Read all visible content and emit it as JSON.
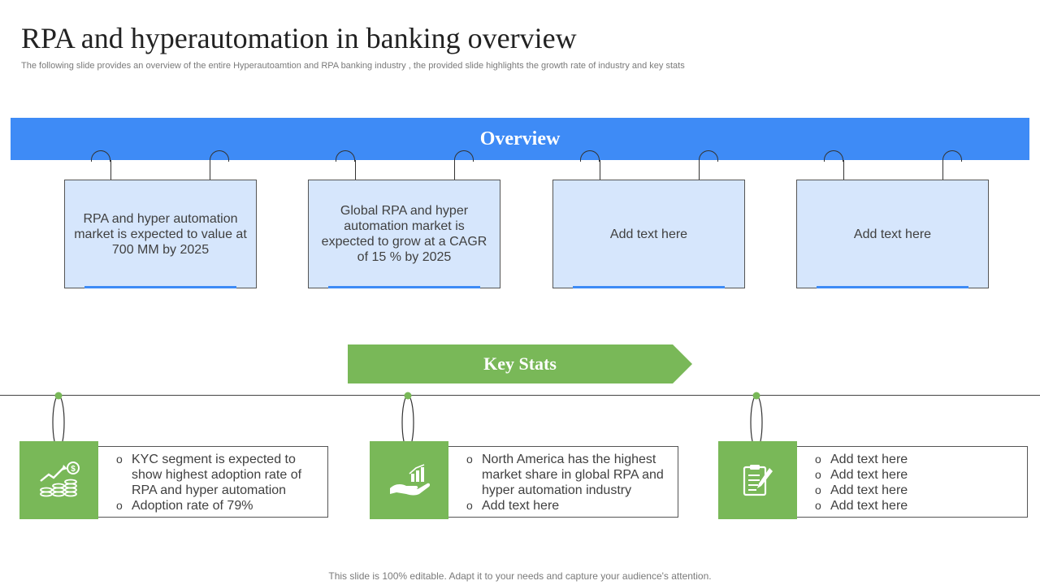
{
  "header": {
    "title": "RPA and hyperautomation in banking overview",
    "subtitle": "The following slide provides an overview of the entire Hyperautoamtion and RPA banking industry , the provided slide highlights the growth rate of industry and key stats"
  },
  "overview": {
    "banner": "Overview",
    "cards": [
      "RPA and hyper automation market is expected to value at 700 MM by 2025",
      "Global RPA and hyper automation market is expected to grow at a CAGR of 15 % by 2025",
      "Add text here",
      "Add text here"
    ]
  },
  "key_stats": {
    "banner": "Key Stats",
    "items": [
      {
        "icon": "money-growth-icon",
        "bullets": [
          "KYC segment is expected to show highest  adoption rate of RPA and hyper automation",
          "Adoption rate of 79%"
        ]
      },
      {
        "icon": "hand-chart-icon",
        "bullets": [
          "North America has the highest market share in global RPA and hyper automation industry",
          "Add text here"
        ]
      },
      {
        "icon": "clipboard-icon",
        "bullets": [
          "Add text here",
          "Add text here",
          "Add text here",
          "Add text here"
        ]
      }
    ]
  },
  "footer": "This slide is 100% editable. Adapt it to your needs and capture your audience's attention.",
  "colors": {
    "blue": "#3e8bf6",
    "light_blue": "#d6e6fc",
    "green": "#79b858"
  }
}
